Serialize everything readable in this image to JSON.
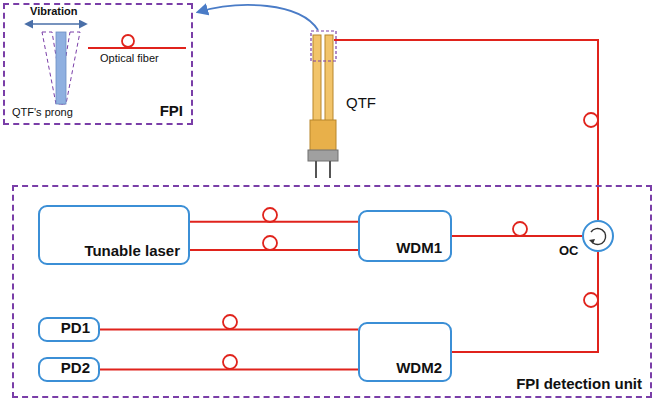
{
  "diagram": {
    "nodes": [
      {
        "text": [
          "FPI"
        ]
      },
      {
        "text": [
          "FPI detection unit"
        ]
      },
      {
        "text": [
          "Tunable laser"
        ],
        "in": 1
      },
      {
        "text": [
          "WDM1"
        ],
        "in": 1
      },
      {
        "text": [
          "OC"
        ],
        "in": 1
      },
      {
        "text": [
          "PD1"
        ],
        "in": 1
      },
      {
        "text": [
          "PD2"
        ],
        "in": 1
      },
      {
        "text": [
          "WDM2"
        ],
        "in": 1
      }
    ],
    "edges": [
      {
        "from": 2,
        "to": 3,
        "arrow": "none"
      },
      {
        "from": 2,
        "to": 3,
        "arrow": "none"
      },
      {
        "from": 3,
        "to": 4,
        "arrow": "none"
      },
      {
        "from": 4,
        "to": 7,
        "arrow": "none"
      },
      {
        "from": 7,
        "to": 5,
        "arrow": "none"
      },
      {
        "from": 7,
        "to": 6,
        "arrow": "none"
      }
    ],
    "labels": [
      "Vibration",
      "Optical fiber",
      "QTF's prong",
      "QTF"
    ]
  }
}
